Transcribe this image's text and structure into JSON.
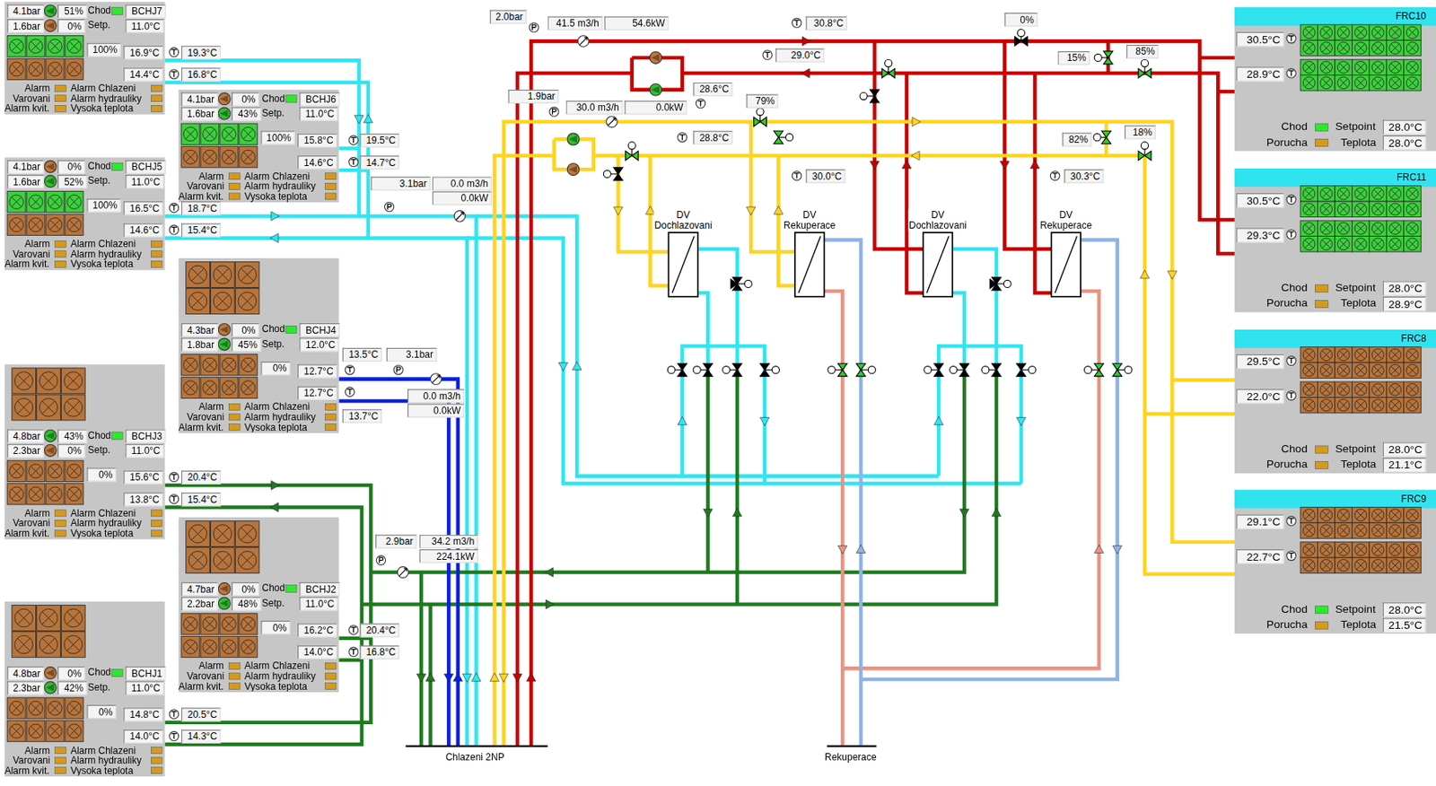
{
  "diagram": {
    "nodes": [
      {
        "text": [
          "4.1bar",
          "51%",
          "Chod",
          "BCHJ7",
          "1.6bar",
          "0%",
          "Setp.",
          "11.0°C",
          "100%",
          "16.9°C",
          "14.4°C",
          "Alarm",
          "Alarm Chlazeni",
          "Varovani",
          "Alarm hydrauliky",
          "Alarm kvit.",
          "Vysoka teplota"
        ]
      },
      {
        "text": [
          "4.1bar",
          "0%",
          "Chod",
          "BCHJ6",
          "1.6bar",
          "43%",
          "Setp.",
          "11.0°C",
          "100%",
          "15.8°C",
          "14.6°C",
          "Alarm",
          "Alarm Chlazeni",
          "Varovani",
          "Alarm hydrauliky",
          "Alarm kvit.",
          "Vysoka teplota"
        ]
      },
      {
        "text": [
          "4.1bar",
          "0%",
          "Chod",
          "BCHJ5",
          "1.6bar",
          "52%",
          "Setp.",
          "11.0°C",
          "100%",
          "16.5°C",
          "14.6°C",
          "Alarm",
          "Alarm Chlazeni",
          "Varovani",
          "Alarm hydrauliky",
          "Alarm kvit.",
          "Vysoka teplota"
        ]
      },
      {
        "text": [
          "4.3bar",
          "0%",
          "Chod",
          "BCHJ4",
          "1.8bar",
          "45%",
          "Setp.",
          "12.0°C",
          "0%",
          "12.7°C",
          "12.7°C",
          "Alarm",
          "Alarm Chlazeni",
          "Varovani",
          "Alarm hydrauliky",
          "Alarm kvit.",
          "Vysoka teplota"
        ]
      },
      {
        "text": [
          "4.8bar",
          "43%",
          "Chod",
          "BCHJ3",
          "2.3bar",
          "0%",
          "Setp.",
          "11.0°C",
          "0%",
          "15.6°C",
          "13.8°C",
          "Alarm",
          "Alarm Chlazeni",
          "Varovani",
          "Alarm hydrauliky",
          "Alarm kvit.",
          "Vysoka teplota"
        ]
      },
      {
        "text": [
          "4.7bar",
          "0%",
          "Chod",
          "BCHJ2",
          "2.2bar",
          "48%",
          "Setp.",
          "11.0°C",
          "0%",
          "16.2°C",
          "14.0°C",
          "Alarm",
          "Alarm Chlazeni",
          "Varovani",
          "Alarm hydrauliky",
          "Alarm kvit.",
          "Vysoka teplota"
        ]
      },
      {
        "text": [
          "4.8bar",
          "0%",
          "Chod",
          "BCHJ1",
          "2.3bar",
          "42%",
          "Setp.",
          "11.0°C",
          "0%",
          "14.8°C",
          "14.0°C",
          "Alarm",
          "Alarm Chlazeni",
          "Varovani",
          "Alarm hydrauliky",
          "Alarm kvit.",
          "Vysoka teplota"
        ]
      },
      {
        "text": [
          "DV Dochlazovani"
        ]
      },
      {
        "text": [
          "DV Rekuperace"
        ]
      },
      {
        "text": [
          "DV Dochlazovani"
        ]
      },
      {
        "text": [
          "DV Rekuperace"
        ]
      },
      {
        "text": [
          "FRC10",
          "30.5°C",
          "28.9°C",
          "Chod",
          "Setpoint",
          "28.0°C",
          "Porucha",
          "Teplota",
          "28.0°C"
        ]
      },
      {
        "text": [
          "FRC11",
          "30.5°C",
          "29.3°C",
          "Chod",
          "Setpoint",
          "28.0°C",
          "Porucha",
          "Teplota",
          "28.9°C"
        ]
      },
      {
        "text": [
          "FRC8",
          "29.5°C",
          "22.0°C",
          "Chod",
          "Setpoint",
          "28.0°C",
          "Porucha",
          "Teplota",
          "21.1°C"
        ]
      },
      {
        "text": [
          "FRC9",
          "29.1°C",
          "22.7°C",
          "Chod",
          "Setpoint",
          "28.0°C",
          "Porucha",
          "Teplota",
          "21.5°C"
        ]
      }
    ],
    "labels": [
      "19.3°C",
      "16.8°C",
      "19.5°C",
      "14.7°C",
      "18.7°C",
      "15.4°C",
      "13.5°C",
      "3.1bar",
      "0.0 m3/h",
      "0.0kW",
      "13.7°C",
      "20.4°C",
      "15.4°C",
      "2.9bar",
      "34.2 m3/h",
      "224.1kW",
      "20.4°C",
      "16.8°C",
      "20.5°C",
      "14.3°C",
      "Chlazeni 2NP",
      "2.0bar",
      "41.5 m3/h",
      "54.6kW",
      "30.8°C",
      "0%",
      "29.0°C",
      "15%",
      "85%",
      "1.9bar",
      "28.6°C",
      "30.0 m3/h",
      "0.0kW",
      "79%",
      "28.8°C",
      "82%",
      "18%",
      "30.0°C",
      "30.3°C",
      "3.1bar",
      "0.0 m3/h",
      "0.0kW",
      "Rekuperace"
    ]
  }
}
